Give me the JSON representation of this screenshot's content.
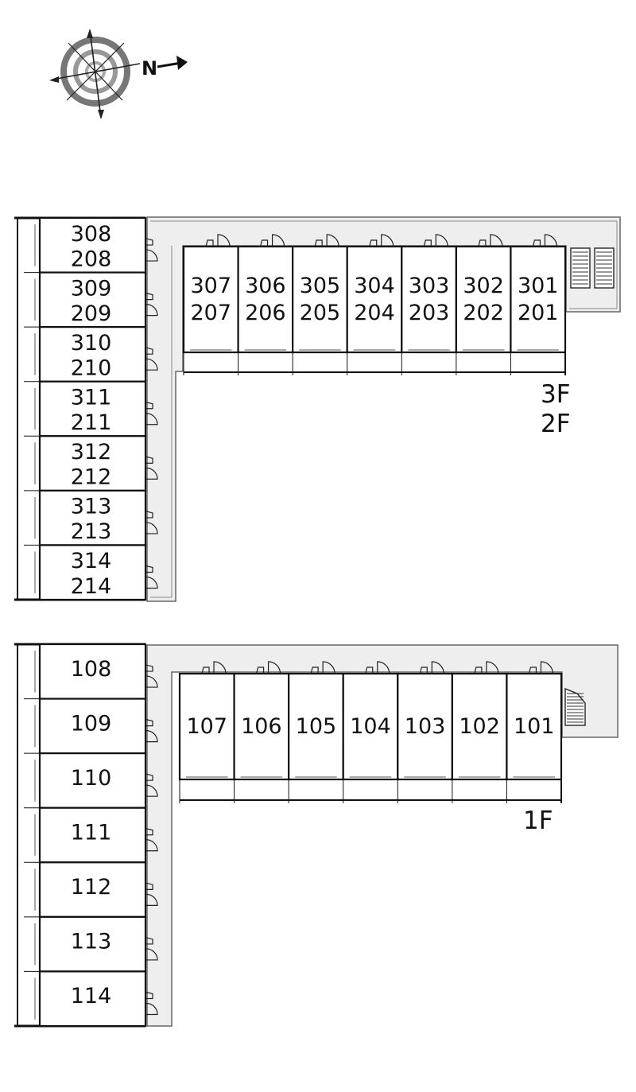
{
  "compass": {
    "north_label": "N",
    "icon": "compass-icon"
  },
  "upper": {
    "left_units": [
      [
        "308",
        "208"
      ],
      [
        "309",
        "209"
      ],
      [
        "310",
        "210"
      ],
      [
        "311",
        "211"
      ],
      [
        "312",
        "212"
      ],
      [
        "313",
        "213"
      ],
      [
        "314",
        "214"
      ]
    ],
    "top_units": [
      [
        "307",
        "207"
      ],
      [
        "306",
        "206"
      ],
      [
        "305",
        "205"
      ],
      [
        "304",
        "204"
      ],
      [
        "303",
        "203"
      ],
      [
        "302",
        "202"
      ],
      [
        "301",
        "201"
      ]
    ],
    "floor_labels": [
      "3F",
      "2F"
    ],
    "stair_icon": "stairs-icon"
  },
  "lower": {
    "left_units": [
      "108",
      "109",
      "110",
      "111",
      "112",
      "113",
      "114"
    ],
    "top_units": [
      "107",
      "106",
      "105",
      "104",
      "103",
      "102",
      "101"
    ],
    "floor_labels": [
      "1F"
    ],
    "stair_icon": "stairs-icon"
  }
}
